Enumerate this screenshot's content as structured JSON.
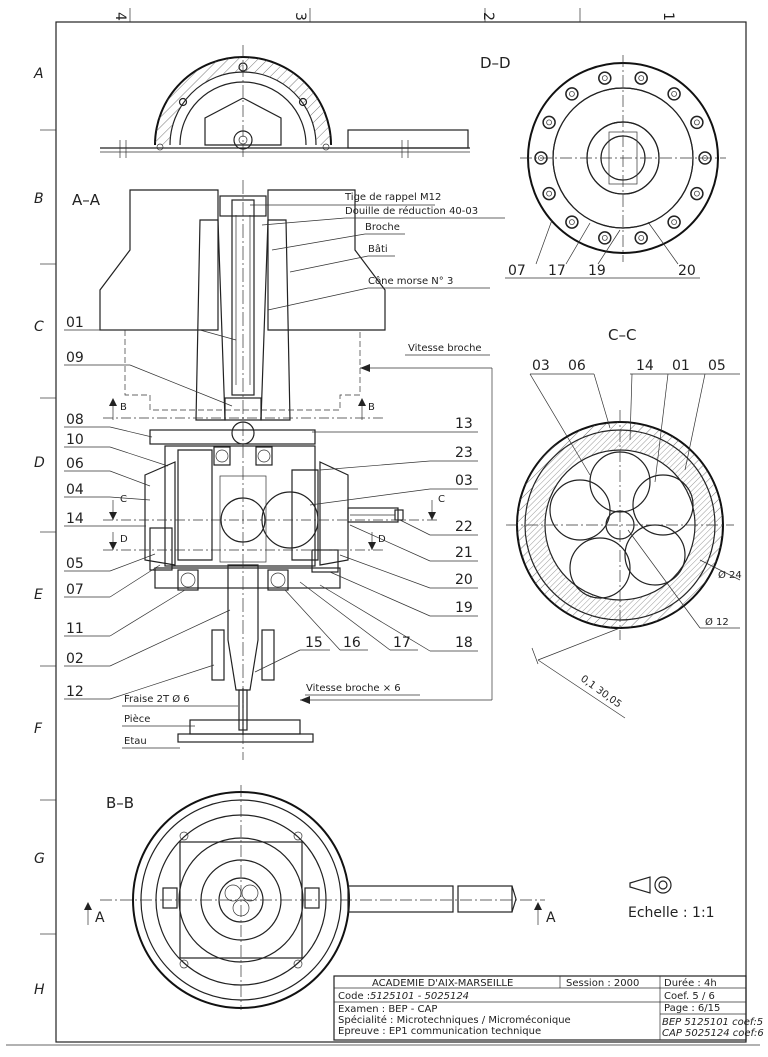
{
  "border": {
    "columns": [
      "4",
      "3",
      "2",
      "1"
    ],
    "rows": [
      "A",
      "B",
      "C",
      "D",
      "E",
      "F",
      "G",
      "H"
    ]
  },
  "views": {
    "dd": "D–D",
    "aa": "A–A",
    "cc": "C–C",
    "bb": "B–B"
  },
  "aa_callouts": {
    "tige": "Tige de rappel M12",
    "douille": "Douille de réduction 40-03",
    "broche": "Broche",
    "bati": "Bâti",
    "cone": "Cône morse N° 3",
    "vitesse": "Vitesse broche",
    "vitesse6": "Vitesse broche × 6",
    "fraise": "Fraise 2T Ø 6",
    "piece": "Pièce",
    "etau": "Etau"
  },
  "aa_left_refs": [
    "01",
    "09",
    "08",
    "10",
    "06",
    "04",
    "14",
    "05",
    "07",
    "11",
    "02",
    "12"
  ],
  "aa_right_refs": [
    "13",
    "23",
    "03",
    "22",
    "21",
    "20",
    "19",
    "18"
  ],
  "aa_bottom_refs": [
    "15",
    "16",
    "17"
  ],
  "section_marks": {
    "b": "B",
    "c": "C",
    "d": "D",
    "a": "A"
  },
  "dd_refs": [
    "07",
    "17",
    "19",
    "20"
  ],
  "cc_refs": [
    "03",
    "06",
    "14",
    "01",
    "05"
  ],
  "cc_dims": {
    "d24": "Ø 24",
    "d12": "Ø 12",
    "tol": "0,1 30,05"
  },
  "scale": "Echelle : 1:1",
  "title_block": {
    "academy": "ACADEMIE D'AIX-MARSEILLE",
    "session": "Session : 2000",
    "duree": "Durée : 4h",
    "code_label": "Code :",
    "code_value": "5125101 - 5025124",
    "coef": "Coef. 5 / 6",
    "examen": "Examen : BEP - CAP",
    "specialite": "Spécialité : Microtechniques / Microméconique",
    "epreuve": "Epreuve : EP1 communication technique",
    "page": "Page : 6/15",
    "bep_note": "BEP 5125101 coef:5",
    "cap_note": "CAP 5025124 coef:6"
  }
}
